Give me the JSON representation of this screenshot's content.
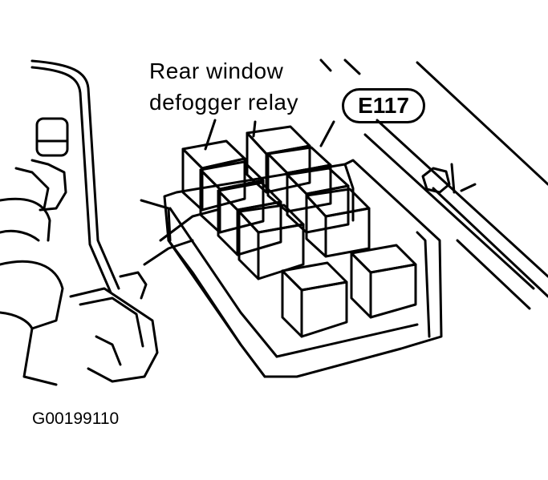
{
  "diagram": {
    "label_line1": "Rear window",
    "label_line2": "defogger relay",
    "connector_id": "E117",
    "figure_id": "G00199110"
  },
  "colors": {
    "ink": "#000000",
    "paper": "#ffffff"
  }
}
